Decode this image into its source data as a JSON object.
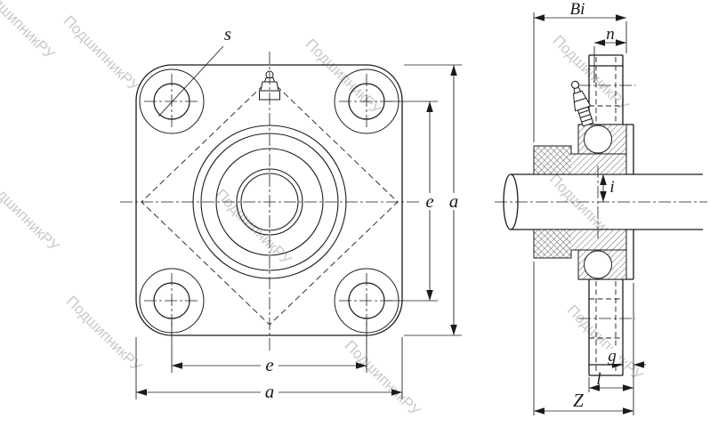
{
  "watermark": {
    "text": "ПодшипникРУ"
  },
  "colors": {
    "line_color": "#1b1b1b",
    "watermark_color": "#c9c9c9"
  },
  "front_view": {
    "labels": {
      "bolt_hole_dia": "s",
      "bolt_spacing_v": "e",
      "flange_height": "a",
      "bolt_spacing_h": "e",
      "flange_width": "a"
    }
  },
  "side_view": {
    "labels": {
      "inner_ring_width": "Bi",
      "nipple_offset": "n",
      "inner_ring_protrusion": "i",
      "boss_width": "g",
      "hub_length": "l",
      "total_width": "Z"
    }
  }
}
